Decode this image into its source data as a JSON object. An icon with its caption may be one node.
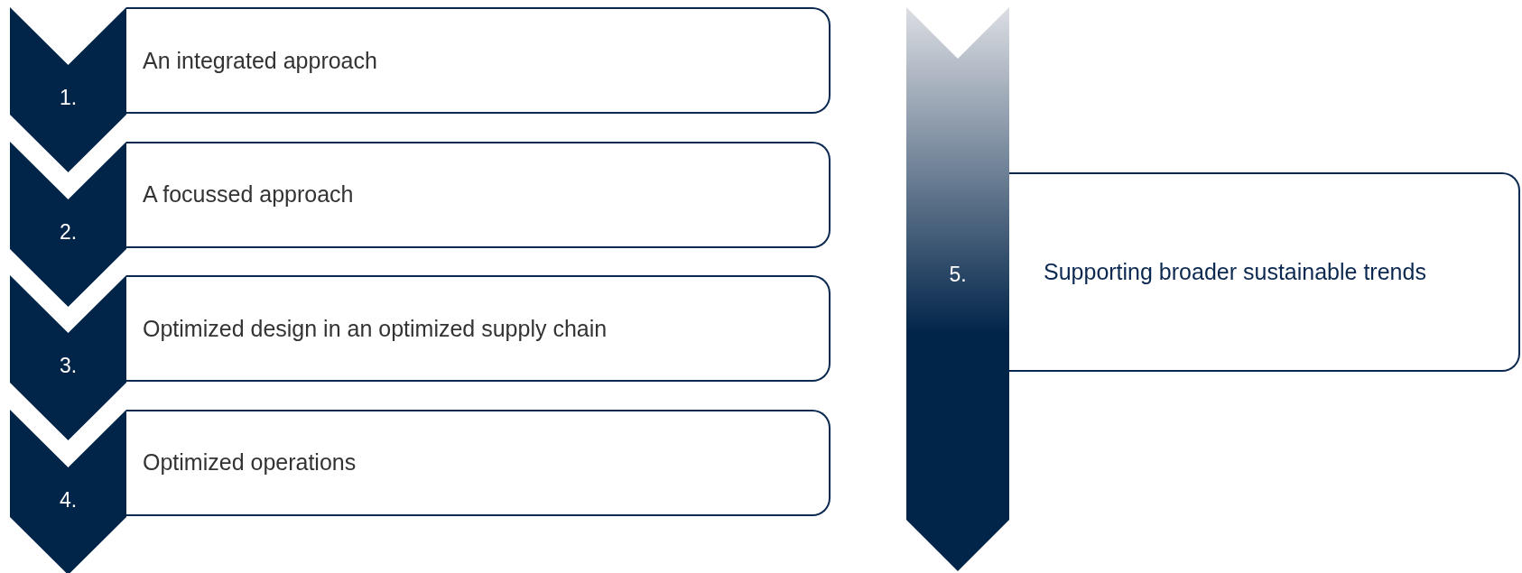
{
  "diagram": {
    "nodes": [
      {
        "text": [
          "1."
        ]
      },
      {
        "text": [
          "An integrated approach"
        ]
      },
      {
        "text": [
          "2."
        ]
      },
      {
        "text": [
          "A focussed approach"
        ]
      },
      {
        "text": [
          "3."
        ]
      },
      {
        "text": [
          "Optimized design in an optimized supply chain"
        ]
      },
      {
        "text": [
          "4."
        ]
      },
      {
        "text": [
          "Optimized operations"
        ]
      },
      {
        "text": [
          "5."
        ]
      },
      {
        "text": [
          "Supporting broader sustainable trends"
        ]
      }
    ]
  }
}
